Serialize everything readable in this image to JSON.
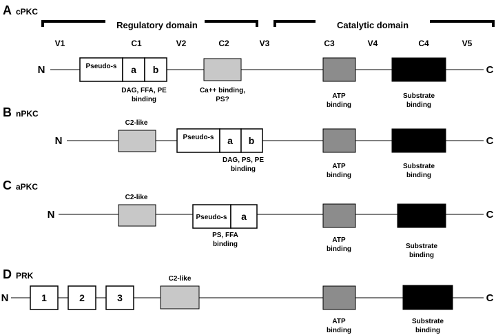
{
  "domains": {
    "regulatory": "Regulatory domain",
    "catalytic": "Catalytic domain"
  },
  "regions": [
    "V1",
    "C1",
    "V2",
    "C2",
    "V3",
    "C3",
    "V4",
    "C4",
    "V5"
  ],
  "colors": {
    "light_gray": "#c8c8c8",
    "mid_gray": "#8c8c8c",
    "black": "#000000"
  },
  "panels": {
    "a": {
      "letter": "A",
      "name": "cPKC",
      "n": "N",
      "c": "C",
      "pseudo": "Pseudo-s",
      "sub_a": "a",
      "sub_b": "b",
      "c1_line1": "DAG, FFA, PE",
      "c1_line2": "binding",
      "c2_line1": "Ca++ binding,",
      "c2_line2": "PS?",
      "atp_line1": "ATP",
      "atp_line2": "binding",
      "sub_line1": "Substrate",
      "sub_line2": "binding"
    },
    "b": {
      "letter": "B",
      "name": "nPKC",
      "n": "N",
      "c": "C",
      "c2like": "C2-like",
      "pseudo": "Pseudo-s",
      "sub_a": "a",
      "sub_b": "b",
      "c1_line1": "DAG, PS, PE",
      "c1_line2": "binding",
      "atp_line1": "ATP",
      "atp_line2": "binding",
      "sub_line1": "Substrate",
      "sub_line2": "binding"
    },
    "c": {
      "letter": "C",
      "name": "aPKC",
      "n": "N",
      "c": "C",
      "c2like": "C2-like",
      "pseudo": "Pseudo-s",
      "sub_a": "a",
      "c1_line1": "PS, FFA",
      "c1_line2": "binding",
      "atp_line1": "ATP",
      "atp_line2": "binding",
      "sub_line1": "Substrate",
      "sub_line2": "binding"
    },
    "d": {
      "letter": "D",
      "name": "PRK",
      "n": "N",
      "c": "C",
      "hr1": "1",
      "hr2": "2",
      "hr3": "3",
      "c2like": "C2-like",
      "atp_line1": "ATP",
      "atp_line2": "binding",
      "sub_line1": "Substrate",
      "sub_line2": "binding"
    }
  }
}
